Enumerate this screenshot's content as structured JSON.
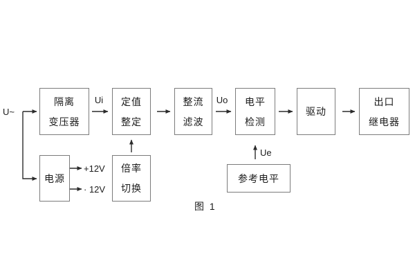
{
  "diagram": {
    "caption": "图 1",
    "labels": {
      "input": "U~",
      "ui": "Ui",
      "uo": "Uo",
      "ue": "Ue",
      "plus12v": "+12V",
      "minus12v": "· 12V"
    },
    "blocks": {
      "isolation_transformer": {
        "line1": "隔离",
        "line2": "变压器"
      },
      "setpoint_setting": {
        "line1": "定值",
        "line2": "整定"
      },
      "rectifier_filter": {
        "line1": "整流",
        "line2": "滤波"
      },
      "level_detection": {
        "line1": "电平",
        "line2": "检测"
      },
      "drive": {
        "label": "驱动"
      },
      "output_relay": {
        "line1": "出口",
        "line2": "继电器"
      },
      "power_supply": {
        "label": "电源"
      },
      "ratio_switch": {
        "line1": "倍率",
        "line2": "切换"
      },
      "reference_level": {
        "label": "参考电平"
      }
    },
    "colors": {
      "background": "#ffffff",
      "box_border": "#7b7b7b",
      "wire": "#2b2b2b",
      "text": "#1c1c1c"
    }
  }
}
